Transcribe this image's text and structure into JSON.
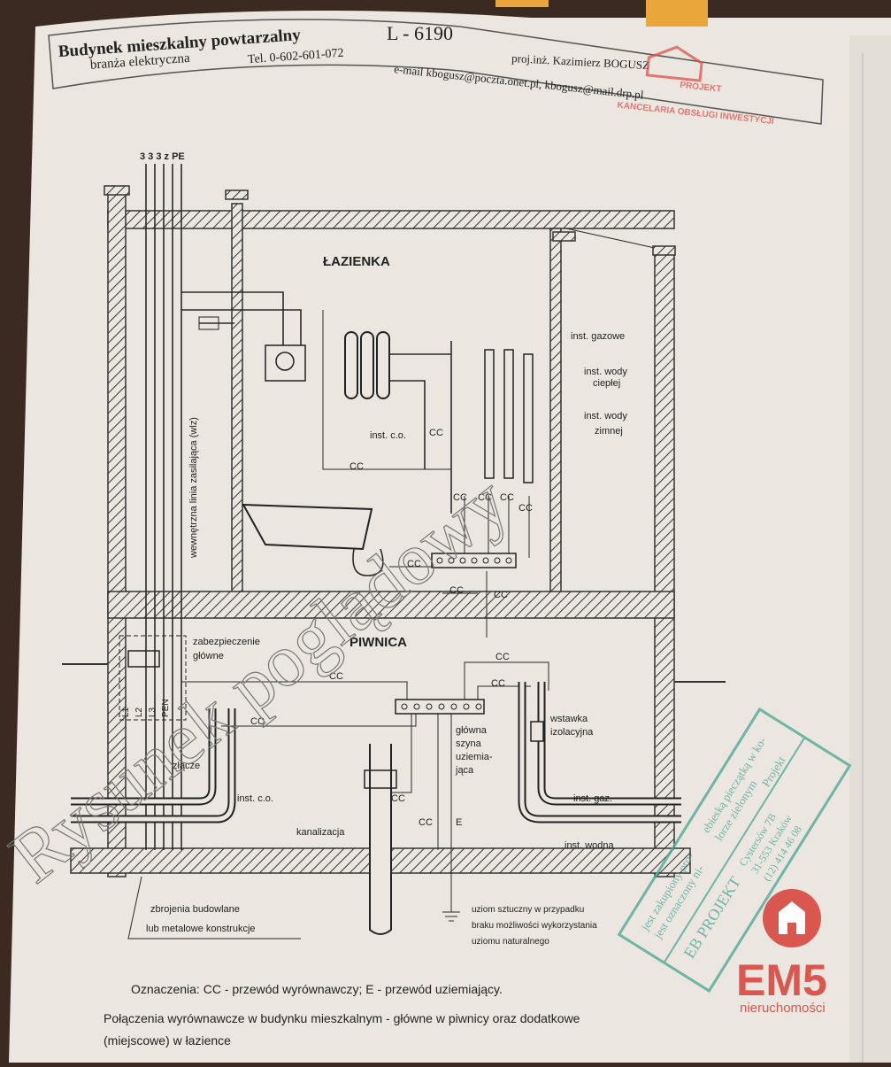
{
  "header": {
    "title": "Budynek mieszkalny powtarzalny",
    "code": "L - 6190",
    "subtitle": "branża elektryczna",
    "phone": "Tel. 0-602-601-072",
    "email": "e-mail kbogusz@poczta.onet.pl, kbogusz@mail.drp.pl",
    "designer": "proj.inż. Kazimierz BOGUSZ"
  },
  "red_stamp": {
    "line1": "PROJEKT",
    "line2": "KANCELARIA OBSŁUGI INWESTYCJI"
  },
  "supply_label": "3 3 3 z PE",
  "rooms": {
    "bathroom": "ŁAZIENKA",
    "basement": "PIWNICA"
  },
  "labels": {
    "wlz": "wewnętrzna linia zasilająca (wlz)",
    "gas_inst": "inst. gazowe",
    "hot_water_1": "inst. wody",
    "hot_water_2": "ciepłej",
    "cold_water_1": "inst. wody",
    "cold_water_2": "zimnej",
    "heating_bath": "inst. c.o.",
    "main_protection_1": "zabezpieczenie",
    "main_protection_2": "główne",
    "phases": [
      "L1",
      "L2",
      "L3",
      "PEN"
    ],
    "connector": "złącze",
    "heating_basement": "inst. c.o.",
    "sewage": "kanalizacja",
    "bus_1": "główna",
    "bus_2": "szyna",
    "bus_3": "uziemia-",
    "bus_4": "jąca",
    "insulating_1": "wstawka",
    "insulating_2": "izolacyjna",
    "gas": "inst. gaz.",
    "water": "inst. wodna",
    "rebar_1": "zbrojenia budowlane",
    "rebar_2": "lub metalowe konstrukcje",
    "earth_1": "uziom sztuczny w przypadku",
    "earth_2": "braku możliwości wykorzystania",
    "earth_3": "uziomu naturalnego",
    "cc": "CC",
    "e": "E"
  },
  "legend": {
    "line1": "Oznaczenia: CC - przewód wyrównawczy; E - przewód uziemiający.",
    "line2": "Połączenia wyrównawcze w budynku mieszkalnym - główne w piwnicy oraz dodatkowe",
    "line3": "(miejscowe) w łazience"
  },
  "watermark": "Rysunek poglądowy",
  "green_stamp": {
    "line1": "jest zakupiony pro-",
    "line2": "jest oznaczony ni-",
    "line3": "ebieską pieczątką w ko-",
    "line4": "lorze zielonym",
    "line5": "Projekt",
    "company": "EB PROJEKT",
    "addr1": "Cystersów 7B",
    "addr2": "31-553 Kraków",
    "addr3": "(12) 414 46 08"
  },
  "logo": {
    "brand": "EM5",
    "sub": "nieruchomości",
    "color": "#d9574f"
  },
  "colors": {
    "paper": "#ebe6df",
    "stamp_green": "#4fa89a",
    "stamp_red": "#e0504a"
  }
}
